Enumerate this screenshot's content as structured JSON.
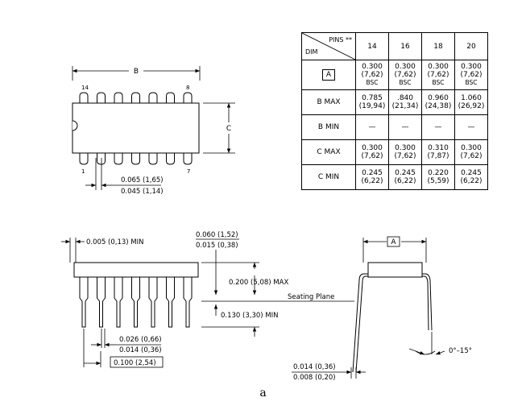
{
  "top_view": {
    "dim_B": "B",
    "dim_C": "C",
    "pin_14": "14",
    "pin_8": "8",
    "pin_1": "1",
    "pin_7": "7",
    "lead_width_max": "0.065 (1,65)",
    "lead_width_min": "0.045 (1,14)"
  },
  "table": {
    "header_pins": "PINS **",
    "header_dim": "DIM",
    "pin_counts": [
      "14",
      "16",
      "18",
      "20"
    ],
    "rows": [
      {
        "label": "A",
        "boxed": true,
        "values": [
          [
            "0.300",
            "(7,62)",
            "BSC"
          ],
          [
            "0.300",
            "(7,62)",
            "BSC"
          ],
          [
            "0.300",
            "(7,62)",
            "BSC"
          ],
          [
            "0.300",
            "(7,62)",
            "BSC"
          ]
        ]
      },
      {
        "label": "B  MAX",
        "boxed": false,
        "values": [
          [
            "0.785",
            "(19,94)"
          ],
          [
            ".840",
            "(21,34)"
          ],
          [
            "0.960",
            "(24,38)"
          ],
          [
            "1.060",
            "(26,92)"
          ]
        ]
      },
      {
        "label": "B  MIN",
        "boxed": false,
        "values": [
          [
            "—"
          ],
          [
            "—"
          ],
          [
            "—"
          ],
          [
            "—"
          ]
        ]
      },
      {
        "label": "C  MAX",
        "boxed": false,
        "values": [
          [
            "0.300",
            "(7,62)"
          ],
          [
            "0.300",
            "(7,62)"
          ],
          [
            "0.310",
            "(7,87)"
          ],
          [
            "0.300",
            "(7,62)"
          ]
        ]
      },
      {
        "label": "C  MIN",
        "boxed": false,
        "values": [
          [
            "0.245",
            "(6,22)"
          ],
          [
            "0.245",
            "(6,22)"
          ],
          [
            "0.220",
            "(5,59)"
          ],
          [
            "0.245",
            "(6,22)"
          ]
        ]
      }
    ]
  },
  "side_view": {
    "end_clearance": "0.005 (0,13) MIN",
    "shoulder_max": "0.060 (1,52)",
    "shoulder_min": "0.015 (0,38)",
    "height_max": "0.200 (5,08) MAX",
    "seating_plane": "Seating Plane",
    "lead_length_min": "0.130 (3,30) MIN",
    "lead_thickness_max": "0.026 (0,66)",
    "lead_thickness_min": "0.014 (0,36)",
    "pitch": "0.100 (2,54)"
  },
  "end_view": {
    "dim_A": "A",
    "angle": "0°–15°",
    "lead_max": "0.014 (0,36)",
    "lead_min": "0.008 (0,20)"
  },
  "caption": "a"
}
